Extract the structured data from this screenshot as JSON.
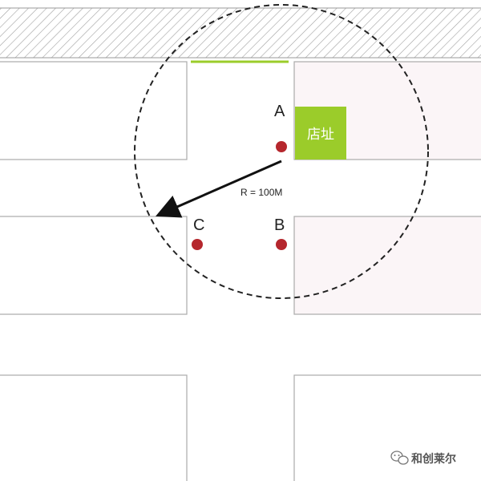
{
  "diagram": {
    "shop_label": "店址",
    "radius_label": "R = 100M",
    "points": [
      {
        "id": "A",
        "label": "A"
      },
      {
        "id": "B",
        "label": "B"
      },
      {
        "id": "C",
        "label": "C"
      }
    ],
    "colors": {
      "shop": "#9bcc2a",
      "point": "#b5272d",
      "block_stroke": "#aaaaaa",
      "block_fill_right": "#fbf5f7",
      "hatch": "#999999",
      "circle": "#222222",
      "green_line": "#9bcc2a"
    }
  },
  "watermark": {
    "text": "和创莱尔",
    "icon": "wechat-icon"
  }
}
